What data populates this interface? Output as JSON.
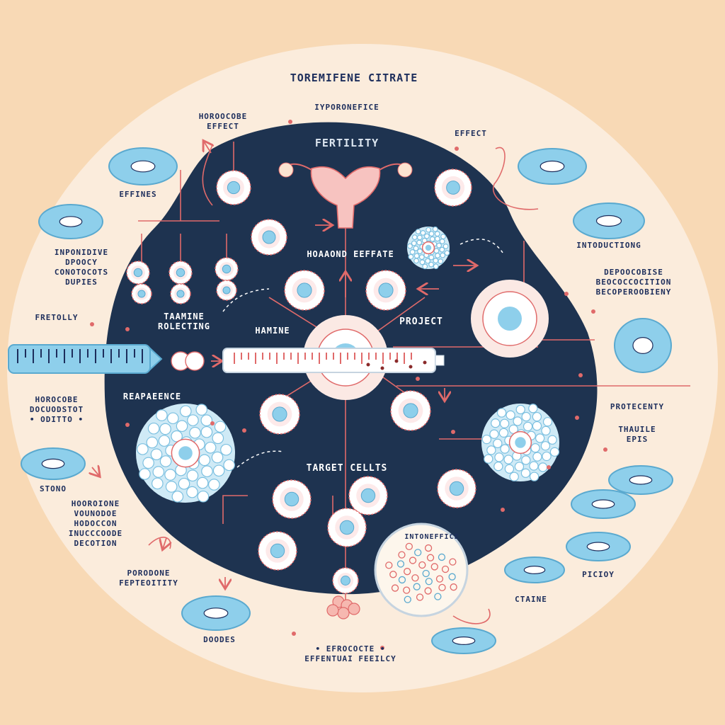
{
  "title": "TOREMIFENE CITRATE",
  "labels": {
    "subtitle": "IYPORONEFICE",
    "hormone_effect": "HOROOCOBE\nEFFECT",
    "effect_right": "EFFECT",
    "fertility": "FERTILITY",
    "effines": "EFFINES",
    "inponidive": "INPONIDIVE\nDPOOCY\nCONOTOCOTS\nDUPIES",
    "intoducting": "INTODUCTIONG",
    "deposobise": "DEPOOCOBISE\nBEOCOCCOCITION\nBECOPEROOBIENY",
    "fretolly": "FRETOLLY",
    "hoaond_effate": "HOAAOND EEFFATE",
    "tamine": "TAAMINE\nROLECTING",
    "hamine": "HAMINE",
    "project": "PROJECT",
    "reapence": "REAPAEENCE",
    "hordcobe_left": "HOROCOBE\nDOCUODSTOT\n• ODITTO •",
    "protecenty": "PROTECENTY",
    "thauile": "THAUILE\nEPIS",
    "target_cells": "TARGET CELLTS",
    "stono": "STONO",
    "hormone_list": "HOOROIONE\nVOUNODOE\nHODOCCON\nINUCCCOODE\nDECOTION",
    "porodone": "PORODONE\nFEPTEOITITY",
    "intoneffice": "INTONEFFICE",
    "picioy": "PICIOY",
    "ctaine": "CTAINE",
    "doodes": "DOODES",
    "effential": "• EFROCOCTE •\nEFFENTUAI FEEILCY"
  },
  "colors": {
    "background": "#f8d9b5",
    "halo": "#fbecdc",
    "core": "#1e3350",
    "cell_blue": "#8ecfeb",
    "accent_red": "#e06a6a",
    "text": "#1d2e5c"
  },
  "icons": [
    "uterus-icon",
    "syringe-icon",
    "thermometer-icon",
    "cell-icon",
    "cell-cluster-icon",
    "magnifier-icon"
  ]
}
